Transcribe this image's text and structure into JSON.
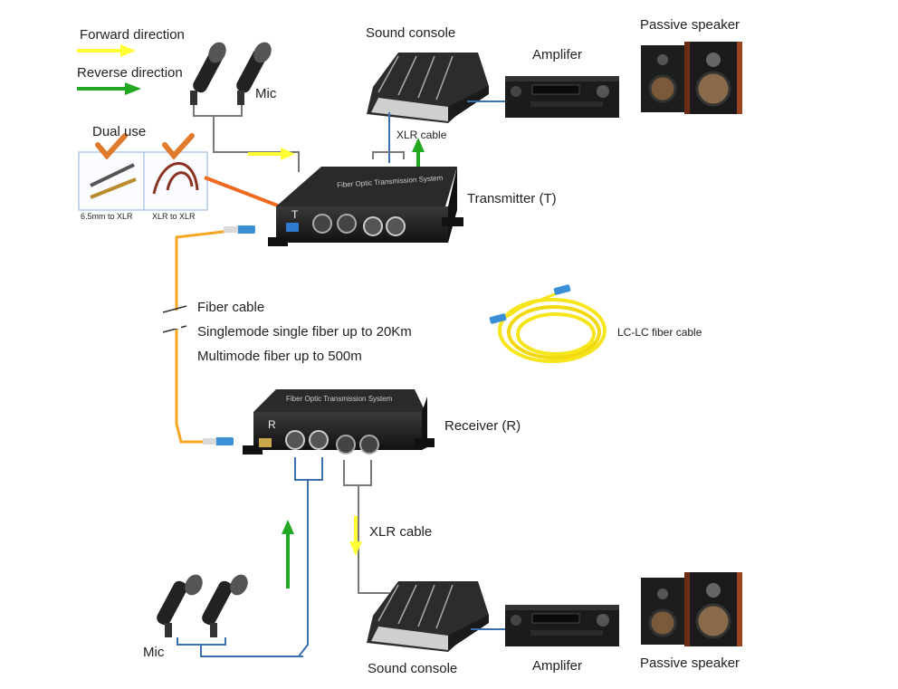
{
  "legend": {
    "forward": "Forward direction",
    "reverse": "Reverse direction",
    "forward_color": "#ffff33",
    "reverse_color": "#22a822"
  },
  "labels": {
    "mic_top": "Mic",
    "mic_bottom": "Mic",
    "dual_use": "Dual use",
    "adapter_1": "6.5mm to XLR",
    "adapter_2": "XLR to XLR",
    "sound_console_top": "Sound console",
    "sound_console_bottom": "Sound console",
    "amplifier_top": "Amplifer",
    "amplifier_bottom": "Amplifer",
    "speaker_top": "Passive speaker",
    "speaker_bottom": "Passive speaker",
    "xlr_cable_top": "XLR cable",
    "xlr_cable_bottom": "XLR cable",
    "transmitter": "Transmitter (T)",
    "receiver": "Receiver (R)",
    "fiber_cable": "Fiber cable",
    "fiber_single": "Singlemode single fiber up to 20Km",
    "fiber_multi": "Multimode fiber up to 500m",
    "lc_cable": "LC-LC fiber cable",
    "device_title": "Fiber Optic Transmission System",
    "tx_mark": "T",
    "rx_mark": "R"
  },
  "colors": {
    "fiber": "#f5a623",
    "fiber_coil": "#f7e51b",
    "connector": "#3a8fd6",
    "cable": "#555555",
    "cable_blue": "#3b6fb0",
    "device": "#1f1f1f",
    "orange_cable": "#ef6a1f"
  }
}
